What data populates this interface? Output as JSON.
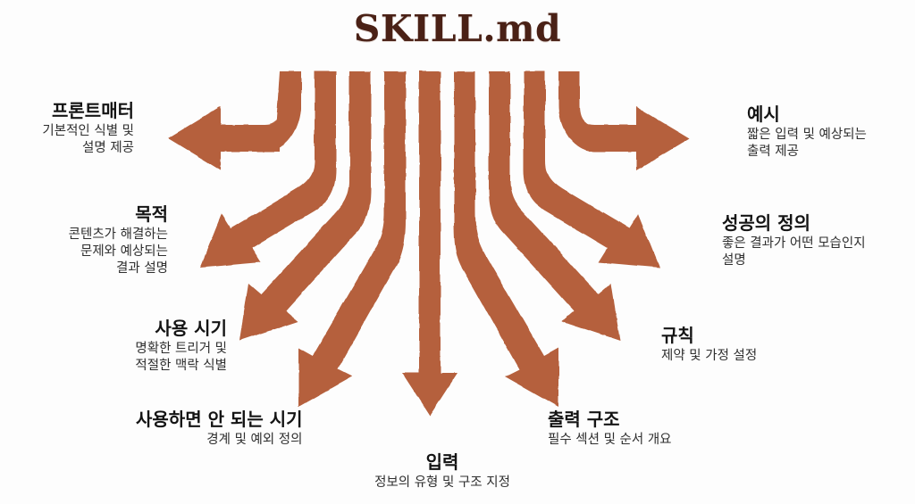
{
  "title": "SKILL.md",
  "colors": {
    "arrow": "#b5603c",
    "arrow_shadow": "#8c4526",
    "title": "#4a2116",
    "heading": "#141414",
    "subtext": "#2e2e2e",
    "background": "#fdfdfd"
  },
  "diagram": {
    "type": "radial-fan-arrows",
    "arrow_count": 9,
    "source": "SKILL.md",
    "branches": [
      {
        "id": "frontmatter",
        "heading": "프론트매터",
        "description": "기본적인 식별 및\n설명 제공",
        "direction": "left",
        "side": "left",
        "align": "right"
      },
      {
        "id": "purpose",
        "heading": "목적",
        "description": "콘텐츠가 해결하는\n문제와 예상되는\n결과 설명",
        "direction": "down-left",
        "side": "left",
        "align": "right"
      },
      {
        "id": "when-to-use",
        "heading": "사용 시기",
        "description": "명확한 트리거 및\n적절한 맥락 식별",
        "direction": "down-left",
        "side": "left",
        "align": "right"
      },
      {
        "id": "when-not-to-use",
        "heading": "사용하면 안 되는 시기",
        "description": "경계 및 예외 정의",
        "direction": "down-left",
        "side": "left",
        "align": "right"
      },
      {
        "id": "input",
        "heading": "입력",
        "description": "정보의 유형 및 구조 지정",
        "direction": "down",
        "side": "center",
        "align": "center"
      },
      {
        "id": "output-structure",
        "heading": "출력 구조",
        "description": "필수 섹션 및 순서 개요",
        "direction": "down-right",
        "side": "right",
        "align": "left"
      },
      {
        "id": "rules",
        "heading": "규칙",
        "description": "제약 및 가정 설정",
        "direction": "down-right",
        "side": "right",
        "align": "left"
      },
      {
        "id": "success-definition",
        "heading": "성공의 정의",
        "description": "좋은 결과가 어떤 모습인지\n설명",
        "direction": "down-right",
        "side": "right",
        "align": "left"
      },
      {
        "id": "examples",
        "heading": "예시",
        "description": "짧은 입력 및 예상되는\n출력 제공",
        "direction": "right",
        "side": "right",
        "align": "left"
      }
    ]
  }
}
